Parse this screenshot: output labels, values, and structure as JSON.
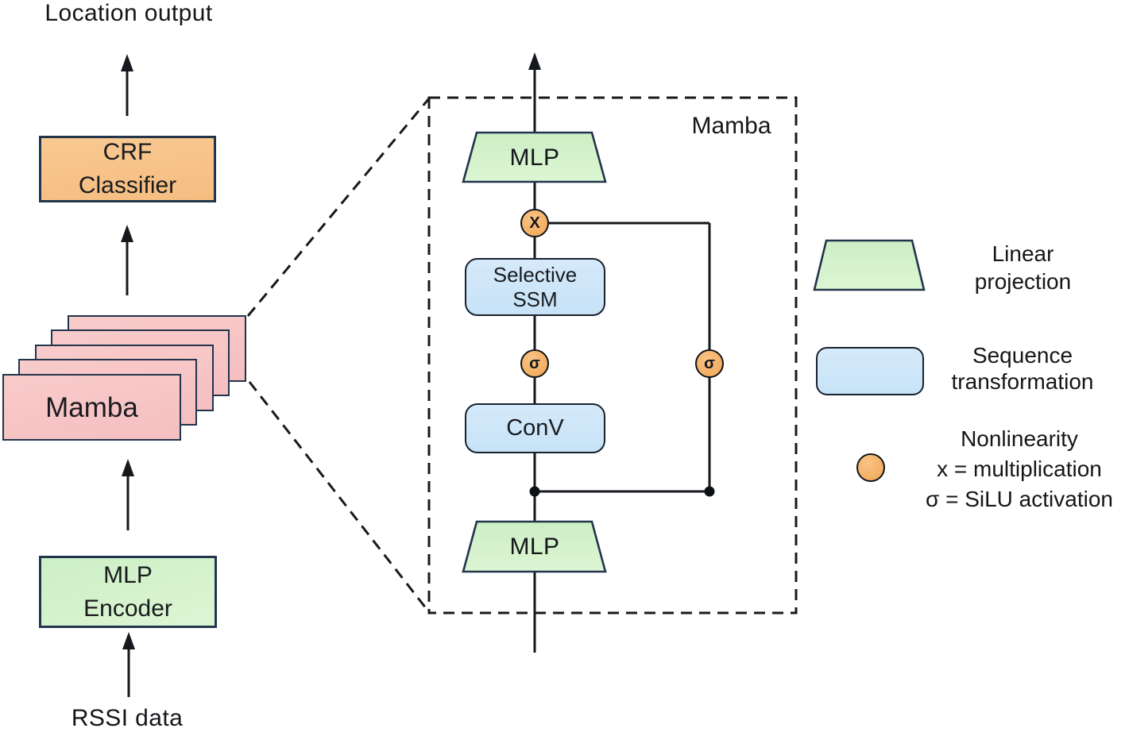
{
  "pipeline": {
    "location_output": "Location output",
    "crf": {
      "line1": "CRF",
      "line2": "Classifier"
    },
    "mamba_stack": "Mamba",
    "encoder": {
      "line1": "MLP",
      "line2": "Encoder"
    },
    "rssi": "RSSI data"
  },
  "detail": {
    "title": "Mamba",
    "top_mlp": "MLP",
    "multiply": "X",
    "ssm": {
      "line1": "Selective",
      "line2": "SSM"
    },
    "sigma": "σ",
    "conv": "ConV",
    "bottom_mlp": "MLP"
  },
  "legend": {
    "linear": {
      "line1": "Linear",
      "line2": "projection"
    },
    "sequence": {
      "line1": "Sequence",
      "line2": "transformation"
    },
    "nonlinearity": {
      "line1": "Nonlinearity",
      "line2": "x = multiplication",
      "line3": "σ = SiLU activation"
    }
  },
  "colors": {
    "linear_projection_fill": "#d2f1cb",
    "sequence_transformation_fill": "#cde6f8",
    "nonlinearity_fill": "#f5b36e",
    "mamba_stack_fill": "#f8c8c9",
    "crf_fill": "#f7c489",
    "outline": "#22344c"
  }
}
